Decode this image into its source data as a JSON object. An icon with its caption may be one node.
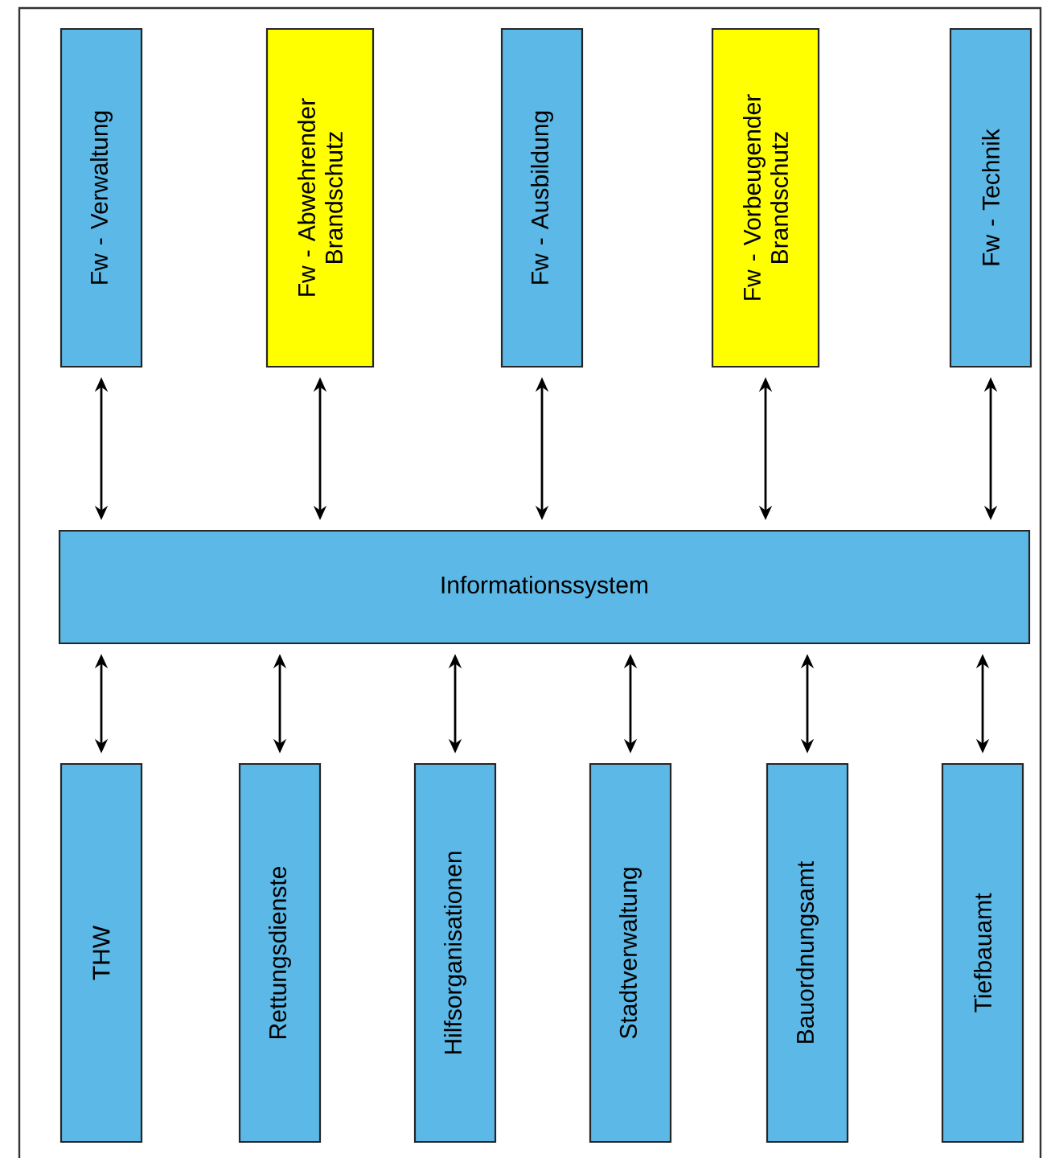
{
  "diagram": {
    "nodes": [
      {
        "text": [
          "Fw - Verwaltung"
        ]
      },
      {
        "text": [
          "Fw - Abwehrender Brandschutz"
        ]
      },
      {
        "text": [
          "Fw - Ausbildung"
        ]
      },
      {
        "text": [
          "Fw - Vorbeugender Brandschutz"
        ]
      },
      {
        "text": [
          "Fw - Technik"
        ]
      },
      {
        "text": [
          "Informationssystem"
        ]
      },
      {
        "text": [
          "THW"
        ]
      },
      {
        "text": [
          "Rettungsdienste"
        ]
      },
      {
        "text": [
          "Hilfsorganisationen"
        ]
      },
      {
        "text": [
          "Stadtverwaltung"
        ]
      },
      {
        "text": [
          "Bauordnungsamt"
        ]
      },
      {
        "text": [
          "Tiefbauamt"
        ]
      }
    ],
    "edges": [
      {
        "from": 0,
        "to": 5,
        "arrow": "both"
      },
      {
        "from": 1,
        "to": 5,
        "arrow": "both"
      },
      {
        "from": 2,
        "to": 5,
        "arrow": "both"
      },
      {
        "from": 3,
        "to": 5,
        "arrow": "both"
      },
      {
        "from": 4,
        "to": 5,
        "arrow": "both"
      },
      {
        "from": 5,
        "to": 6,
        "arrow": "both"
      },
      {
        "from": 5,
        "to": 7,
        "arrow": "both"
      },
      {
        "from": 5,
        "to": 8,
        "arrow": "both"
      },
      {
        "from": 5,
        "to": 9,
        "arrow": "both"
      },
      {
        "from": 5,
        "to": 10,
        "arrow": "both"
      },
      {
        "from": 5,
        "to": 11,
        "arrow": "both"
      }
    ]
  }
}
